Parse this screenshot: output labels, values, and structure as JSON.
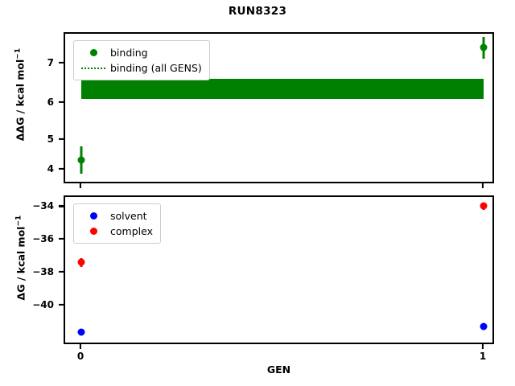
{
  "figure": {
    "title": "RUN8323",
    "colors": {
      "binding": "#008000",
      "solvent": "#0000ff",
      "complex": "#ff0000",
      "frame": "#000000",
      "background": "#ffffff"
    }
  },
  "xaxis": {
    "label": "GEN",
    "ticks": [
      "0",
      "1"
    ],
    "values": [
      0,
      1
    ]
  },
  "top_panel": {
    "ylabel_main": "ΔΔG / kcal mol",
    "ylabel_exp": "−1",
    "yticks": [
      "4",
      "5",
      "6",
      "7"
    ],
    "legend": [
      {
        "label": "binding",
        "handle": "dot",
        "color": "#008000"
      },
      {
        "label": "binding (all GENS)",
        "handle": "dotted-line",
        "color": "#008000"
      }
    ]
  },
  "bottom_panel": {
    "ylabel_main": "ΔG / kcal mol",
    "ylabel_exp": "−1",
    "yticks": [
      "−40",
      "−38",
      "−36",
      "−34"
    ],
    "legend": [
      {
        "label": "solvent",
        "handle": "dot",
        "color": "#0000ff"
      },
      {
        "label": "complex",
        "handle": "dot",
        "color": "#ff0000"
      }
    ]
  },
  "chart_data": [
    {
      "type": "scatter",
      "panel": "top",
      "title": "RUN8323",
      "xlabel": "GEN",
      "ylabel": "ΔΔG / kcal mol⁻¹",
      "xlim": [
        -0.08,
        1.08
      ],
      "ylim": [
        3.72,
        7.78
      ],
      "xticks": [
        0,
        1
      ],
      "xticklabels": [
        "0",
        "1"
      ],
      "yticks": [
        4,
        5,
        6,
        7
      ],
      "yticklabels": [
        "4",
        "5",
        "6",
        "7"
      ],
      "grid": false,
      "legend_position": "upper left",
      "series": [
        {
          "name": "binding",
          "color": "#008000",
          "marker": "o",
          "x": [
            0,
            1
          ],
          "values": [
            4.32,
            7.4
          ],
          "yerr": [
            0.38,
            0.3
          ]
        },
        {
          "name": "binding (all GENS)",
          "color": "#008000",
          "style": "dotted-band",
          "band_low": 6.0,
          "band_high": 6.55,
          "band_center": 6.28,
          "x_span": [
            0,
            1
          ]
        }
      ]
    },
    {
      "type": "scatter",
      "panel": "bottom",
      "xlabel": "GEN",
      "ylabel": "ΔG / kcal mol⁻¹",
      "xlim": [
        -0.08,
        1.08
      ],
      "ylim": [
        -41.9,
        -33.0
      ],
      "xticks": [
        0,
        1
      ],
      "xticklabels": [
        "0",
        "1"
      ],
      "yticks": [
        -40,
        -38,
        -36,
        -34
      ],
      "yticklabels": [
        "−40",
        "−38",
        "−36",
        "−34"
      ],
      "grid": false,
      "legend_position": "upper left",
      "series": [
        {
          "name": "solvent",
          "color": "#0000ff",
          "marker": "o",
          "x": [
            0,
            1
          ],
          "values": [
            -41.25,
            -40.9
          ],
          "yerr": [
            0.05,
            0.05
          ]
        },
        {
          "name": "complex",
          "color": "#ff0000",
          "marker": "o",
          "x": [
            0,
            1
          ],
          "values": [
            -37.0,
            -33.55
          ],
          "yerr": [
            0.28,
            0.22
          ]
        }
      ]
    }
  ]
}
